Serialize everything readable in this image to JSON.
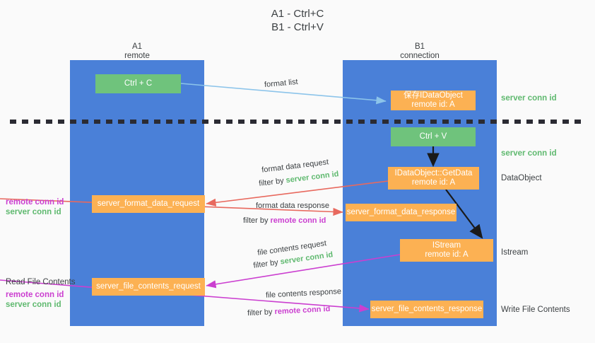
{
  "title": {
    "line1": "A1 - Ctrl+C",
    "line2": "B1 - Ctrl+V"
  },
  "columns": [
    {
      "name": "A1",
      "sub": "remote"
    },
    {
      "name": "B1",
      "sub": "connection"
    }
  ],
  "nodes": {
    "ctrl_c": "Ctrl + C",
    "ctrl_v": "Ctrl + V",
    "save_idataobject_l1": "保存IDataObject",
    "save_idataobject_l2": "remote id: A",
    "getdata_l1": "IDataObject::GetData",
    "getdata_l2": "remote id: A",
    "istream_l1": "IStream",
    "istream_l2": "remote id: A",
    "format_data_request": "server_format_data_request",
    "format_data_response": "server_format_data_response",
    "file_contents_request": "server_file_contents_request",
    "file_contents_response": "server_file_contents_response"
  },
  "right_labels": {
    "server_conn_id_top": "server conn id",
    "server_conn_id_mid": "server conn id",
    "dataobject": "DataObject",
    "istream": "Istream",
    "write_file_contents": "Write File Contents"
  },
  "left_labels": {
    "remote_conn_id_1": "remote conn id",
    "server_conn_id_1": "server conn id",
    "read_file_contents": "Read File Contents",
    "remote_conn_id_2": "remote conn id",
    "server_conn_id_2": "server conn id"
  },
  "edges": {
    "format_list": "format list",
    "format_data_request": "format data request",
    "format_data_request_filter_pre": "filter by ",
    "format_data_request_filter_key": "server conn id",
    "format_data_response": "format data response",
    "format_data_response_filter_pre": "filter by ",
    "format_data_response_filter_key": "remote conn id",
    "file_contents_request": "file contents request",
    "file_contents_request_filter_pre": "filter by ",
    "file_contents_request_filter_key": "server conn id",
    "file_contents_response": "file contents response",
    "file_contents_response_filter_pre": "filter by ",
    "file_contents_response_filter_key": "remote conn id"
  },
  "colors": {
    "lane": "#4a80d8",
    "green_node": "#6fc37c",
    "orange_node": "#fcb153",
    "green_text": "#5fb96f",
    "magenta_text": "#cb3fd0",
    "arrow_blue": "#8cc4ea",
    "arrow_red": "#e8695e",
    "arrow_magenta": "#cb3fd0",
    "arrow_black": "#1a1a1a",
    "dash_line": "#2b2b33",
    "background": "#fafafa"
  }
}
